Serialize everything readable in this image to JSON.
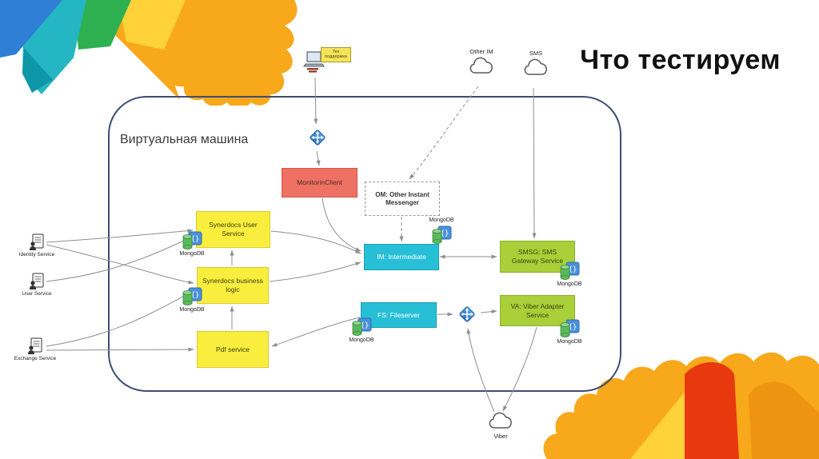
{
  "slide": {
    "title": "Что тестируем"
  },
  "vm": {
    "label": "Виртуальная машина"
  },
  "nodes": {
    "tech_support_tag": "Тех поддержка",
    "monitorin_client": "MonitorinClient",
    "om": "OM: Other Instant Messenger",
    "synerdocs_user_service": "Synerdocs User Service",
    "synerdocs_business_logic": "Synerdocs business logic",
    "pdf_service": "Pdf service",
    "im_intermediate": "IM: Intermediate",
    "fs_fileserver": "FS: Fileserver",
    "smsg": "SMSG: SMS Gateway Service",
    "va": "VA: Viber Adapter Service"
  },
  "clouds": {
    "other_im": "Other IM",
    "sms": "SMS",
    "viber": "Viber"
  },
  "external": {
    "identity": "Identity Service",
    "user": "User Service",
    "exchange": "Exchange Service"
  },
  "db_label": "MongoDB",
  "colors": {
    "salmon": "#ef7163",
    "yellow": "#f9ee3e",
    "cyan": "#27bfd6",
    "green": "#a9cf39",
    "decor_orange": "#f7a81b",
    "decor_yellow": "#ffd23a",
    "decor_red": "#e8380d",
    "decor_teal": "#24b6c3",
    "decor_green": "#2eb050",
    "decor_blue": "#2f7fd6",
    "vm_border": "#3d4d73",
    "title_color": "#111111"
  }
}
